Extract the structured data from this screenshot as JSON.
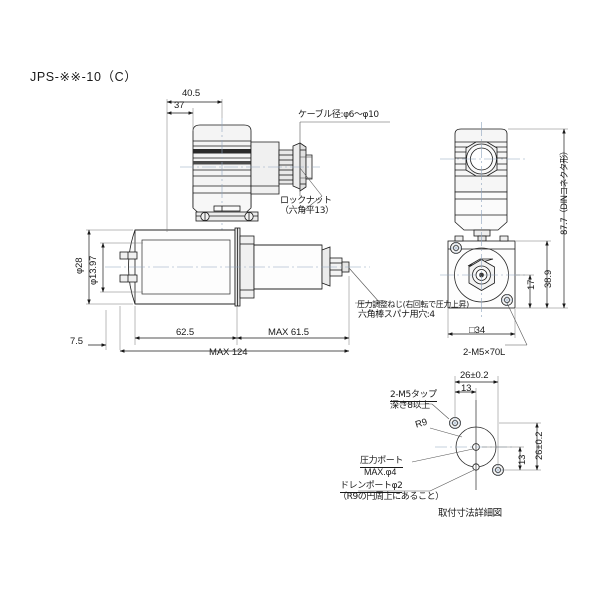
{
  "drawing": {
    "title": "JPS-※※-10（C）",
    "detail_caption": "取付寸法詳細図"
  },
  "front_view": {
    "dimensions": {
      "d_40_5": "40.5",
      "d_37": "37",
      "d_phi28": "φ28",
      "d_phi13_97": "φ13.97",
      "d_7_5": "7.5",
      "d_62_5": "62.5",
      "d_max_61_5": "MAX 61.5",
      "d_max_124": "MAX 124"
    },
    "notes": {
      "cable_dia": "ケーブル径:φ6〜φ10",
      "locknut_line1": "ロックナット",
      "locknut_line2": "（六角平13）",
      "adjust_line1": "圧力調整ねじ(右回転で圧力上昇)",
      "adjust_line2": "六角棒スパナ用穴:4"
    }
  },
  "side_view": {
    "dimensions": {
      "d_87_7": "87.7（DINコネクタ形）",
      "d_38_9": "38.9",
      "d_17": "17",
      "d_sq34": "□34"
    },
    "notes": {
      "screw_2m5": "2-M5×70L"
    }
  },
  "detail_view": {
    "dimensions": {
      "d_26_top": "26",
      "d_26_top_tol": "±0.2",
      "d_13_top": "13",
      "d_26_right": "26",
      "d_26_right_tol": "±0.2",
      "d_13_right": "13",
      "d_r9": "R9"
    },
    "notes": {
      "tap_line1": "2-M5タップ",
      "tap_line2": "深さ8以上",
      "pressure_port_line1": "圧力ポート",
      "pressure_port_line2": "MAX.φ4",
      "drain_port_line1": "ドレンポートφ2",
      "drain_port_line2": "（R9の円周上にあること）"
    }
  },
  "style": {
    "line_color": "#1a1a1a",
    "thin_line": "#3a3a3a",
    "fill_light": "#f2f2f2",
    "fill_mid": "#e3e3e3",
    "background": "#ffffff"
  }
}
